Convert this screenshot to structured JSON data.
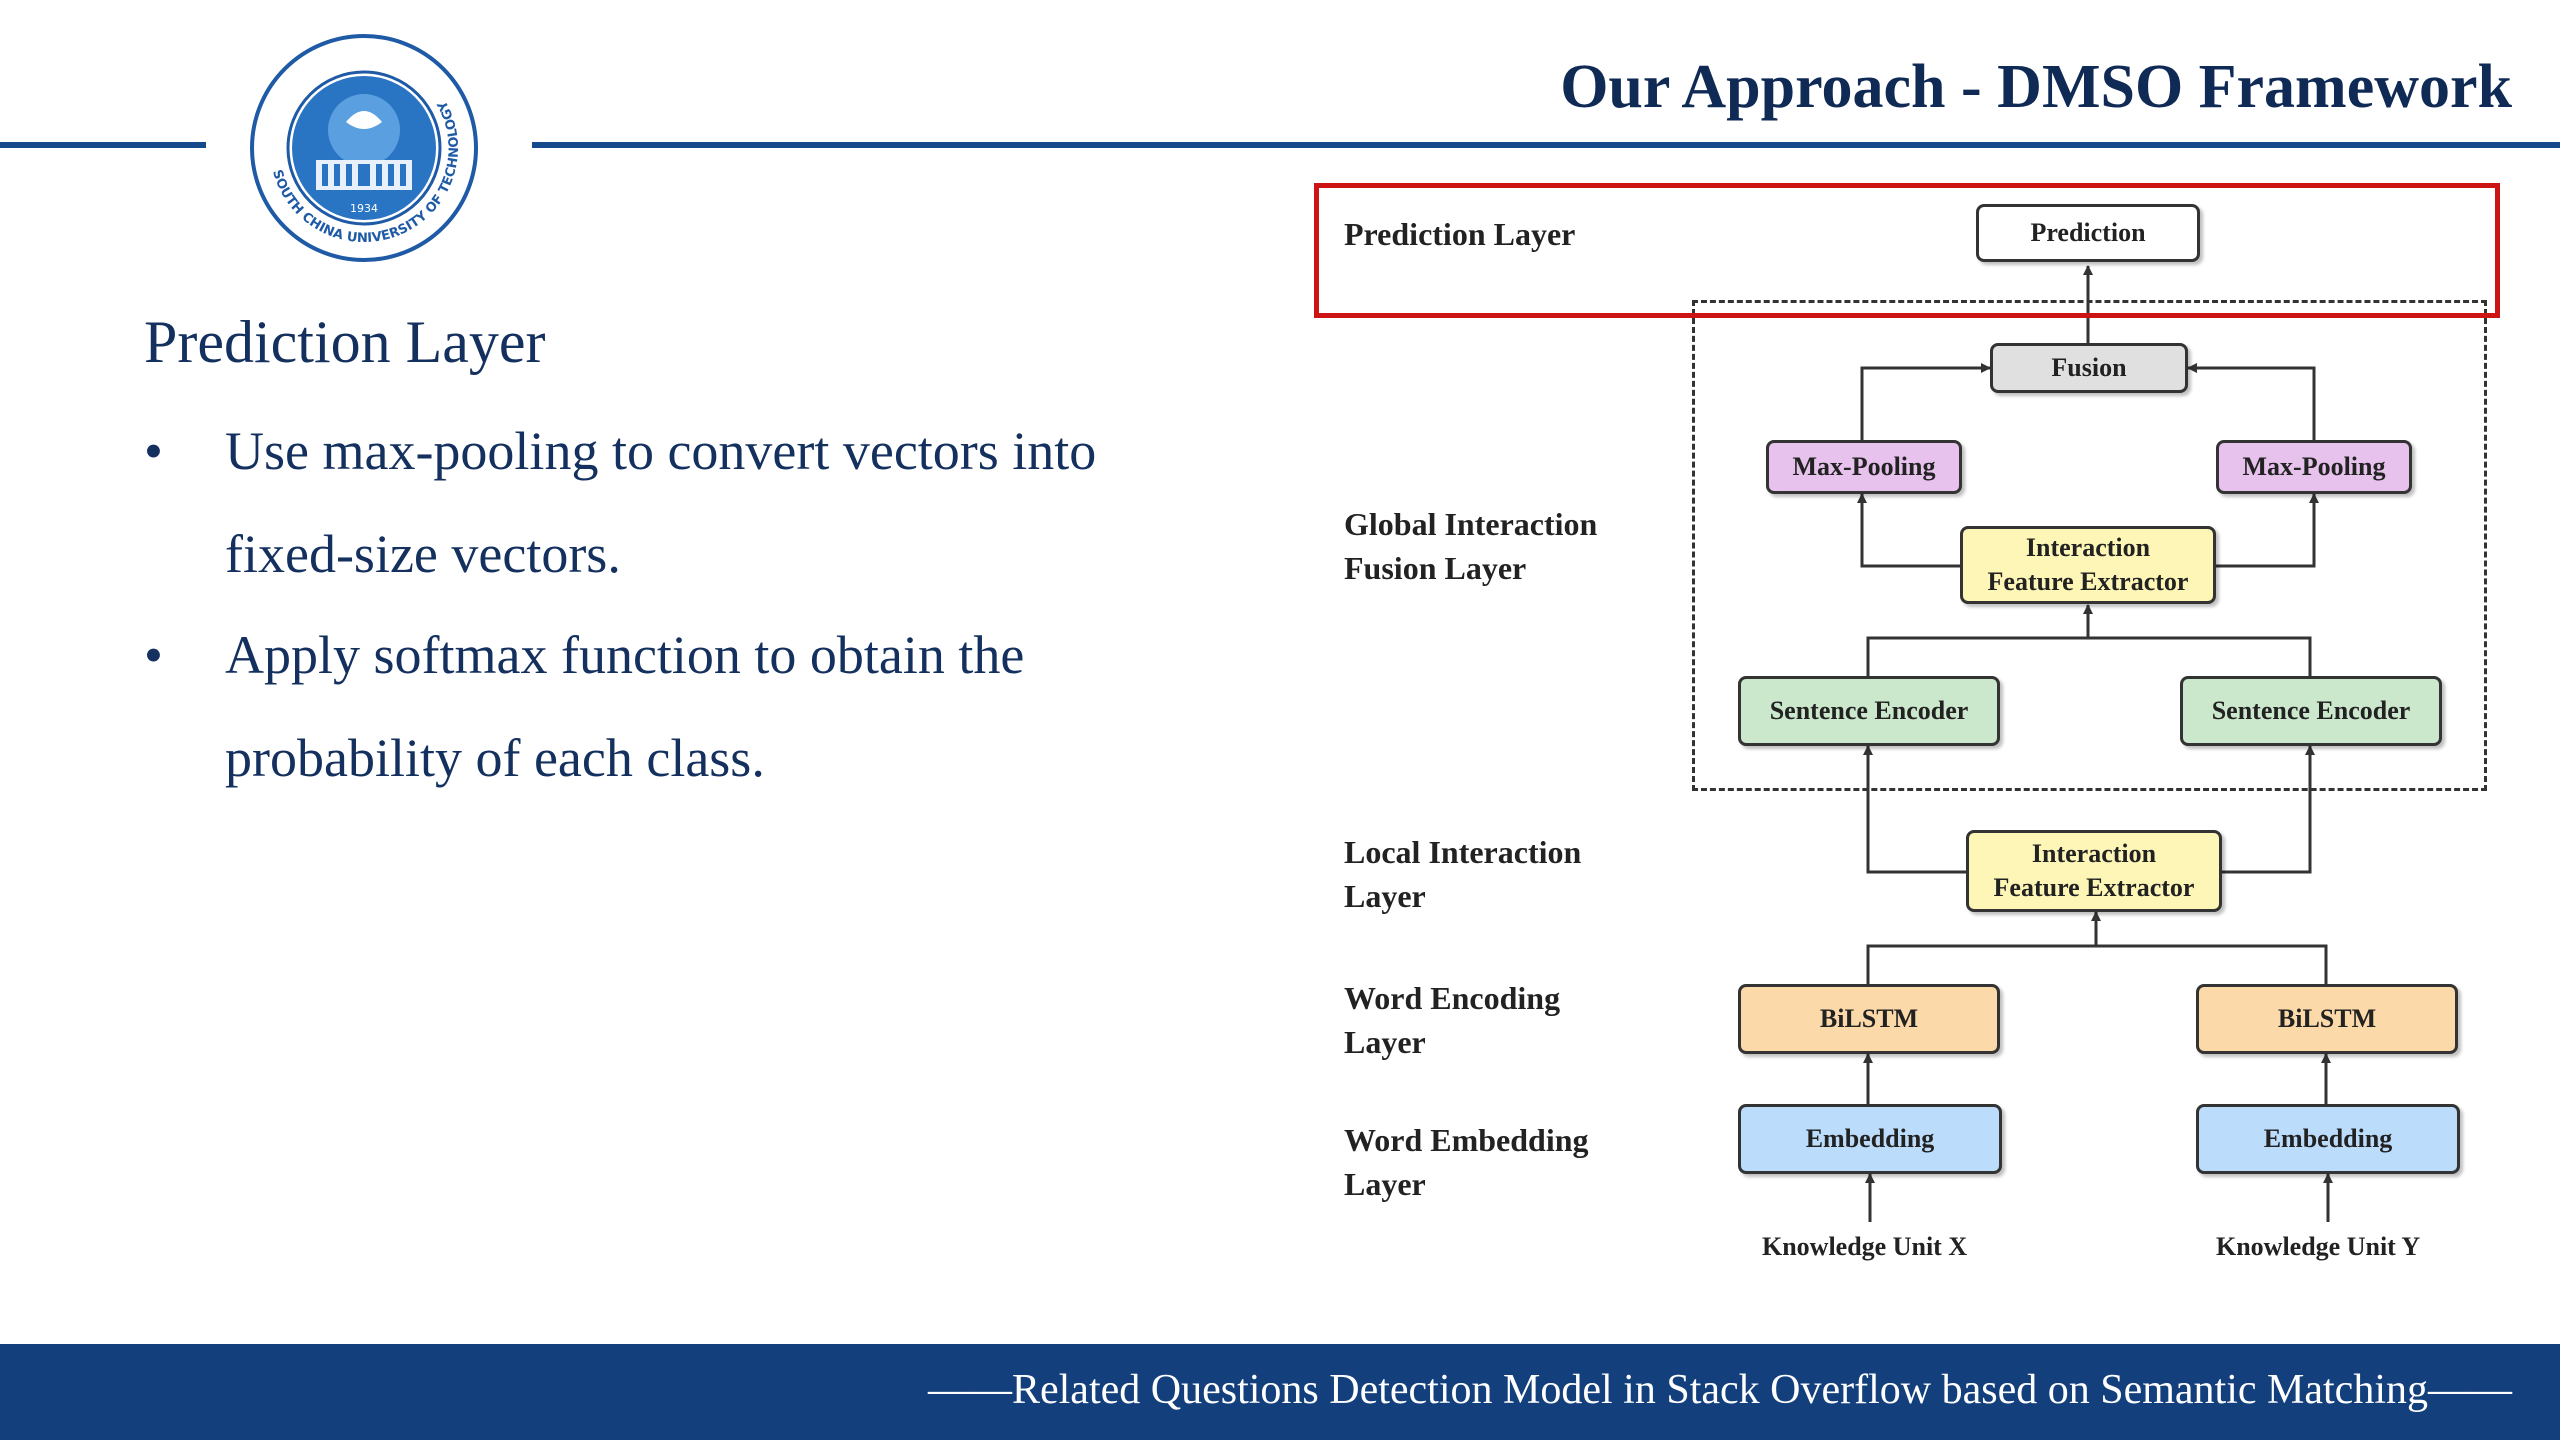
{
  "header": {
    "title": "Our Approach - DMSO Framework",
    "rule_color": "#164a8c"
  },
  "logo": {
    "icon": "university-seal-icon",
    "ring_text": "SOUTH CHINA UNIVERSITY OF TECHNOLOGY",
    "year": "1934",
    "color": "#1e5aa6"
  },
  "content": {
    "heading": "Prediction Layer",
    "bullets": [
      {
        "line1": "Use max-pooling to convert vectors into",
        "line2": "fixed-size vectors."
      },
      {
        "line1": "Apply softmax function to obtain the",
        "line2": "probability of each class."
      }
    ],
    "text_color": "#14305e"
  },
  "diagram": {
    "layers": {
      "prediction": "Prediction Layer",
      "global_line1": "Global Interaction",
      "global_line2": "Fusion Layer",
      "local_line1": "Local Interaction",
      "local_line2": "Layer",
      "encoding_line1": "Word Encoding",
      "encoding_line2": "Layer",
      "embedding_line1": "Word Embedding",
      "embedding_line2": "Layer"
    },
    "nodes": {
      "prediction": "Prediction",
      "fusion": "Fusion",
      "maxpool_left": "Max-Pooling",
      "maxpool_right": "Max-Pooling",
      "global_extractor_line1": "Interaction",
      "global_extractor_line2": "Feature Extractor",
      "sentence_left": "Sentence Encoder",
      "sentence_right": "Sentence Encoder",
      "local_extractor_line1": "Interaction",
      "local_extractor_line2": "Feature Extractor",
      "bilstm_left": "BiLSTM",
      "bilstm_right": "BiLSTM",
      "embedding_left": "Embedding",
      "embedding_right": "Embedding"
    },
    "inputs": {
      "left": "Knowledge Unit X",
      "right": "Knowledge Unit Y"
    },
    "colors": {
      "highlight": "#cc1414",
      "prediction": "#ffffff",
      "fusion": "#e0e0e0",
      "maxpool": "#e6c2ec",
      "extractor": "#fdf6b6",
      "sentence": "#cce8cc",
      "bilstm": "#fcd9a8",
      "embedding": "#bcdcfb"
    }
  },
  "footer": {
    "text": "——Related Questions Detection Model in Stack Overflow based on Semantic Matching——",
    "color": "#133f7c"
  }
}
